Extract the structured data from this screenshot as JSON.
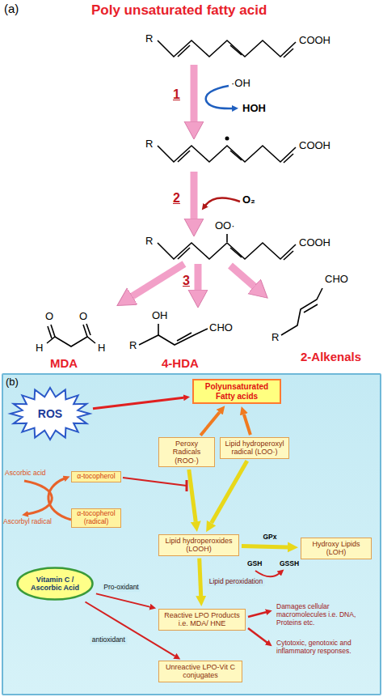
{
  "diagram": {
    "nodes": [
      {
        "text": [
          "Polyunsaturated Fatty acids"
        ]
      },
      {
        "text": [
          "ROS"
        ]
      },
      {
        "text": [
          "Peroxy Radicals (ROO·)"
        ]
      },
      {
        "text": [
          "Lipid hydroperoxyl radical (LOO·)"
        ]
      },
      {
        "text": [
          "α-tocopherol"
        ]
      },
      {
        "text": [
          "α-tocopherol (radical)"
        ]
      },
      {
        "text": [
          "Lipid hydroperoxides (LOOH)"
        ]
      },
      {
        "text": [
          "Hydroxy Lipids (LOH)"
        ]
      },
      {
        "text": [
          "Vitamin C / Ascorbic Acid"
        ]
      },
      {
        "text": [
          "Reactive LPO Products i.e. MDA/ HNE"
        ]
      },
      {
        "text": [
          "Unreactive LPO-Vit C conjugates"
        ]
      }
    ],
    "edges": [
      {
        "from": 1,
        "to": 0,
        "arrow": "to"
      },
      {
        "from": 2,
        "to": 0,
        "arrow": "to"
      },
      {
        "from": 3,
        "to": 0,
        "arrow": "to"
      },
      {
        "from": 2,
        "to": 6,
        "arrow": "to"
      },
      {
        "from": 3,
        "to": 6,
        "arrow": "to"
      },
      {
        "from": 6,
        "to": 7,
        "label": "GPx",
        "arrow": "to"
      },
      {
        "from": 6,
        "to": 9,
        "label": "Lipid peroxidation",
        "arrow": "to"
      },
      {
        "from": 8,
        "to": 9,
        "label": "Pro-oxidant",
        "arrow": "to"
      },
      {
        "from": 8,
        "to": 10,
        "label": "antioxidant",
        "arrow": "to"
      }
    ],
    "labels": [
      "(a)",
      "Poly unsaturated fatty acid",
      "R",
      "COOH",
      "1",
      "·OH",
      "HOH",
      "R",
      "COOH",
      "2",
      "O₂",
      "OO·",
      "R",
      "COOH",
      "3",
      "O",
      "O",
      "H",
      "H",
      "MDA",
      "OH",
      "R",
      "CHO",
      "4-HDA",
      "R",
      "CHO",
      "2-Alkenals",
      "(b)",
      "Ascorbic acid",
      "Ascorbyl radical",
      "GSH",
      "GSSH",
      "Damages cellular macromolecules i.e. DNA, Proteins etc.",
      "Cytotoxic, genotoxic and inflammatory responses."
    ]
  }
}
